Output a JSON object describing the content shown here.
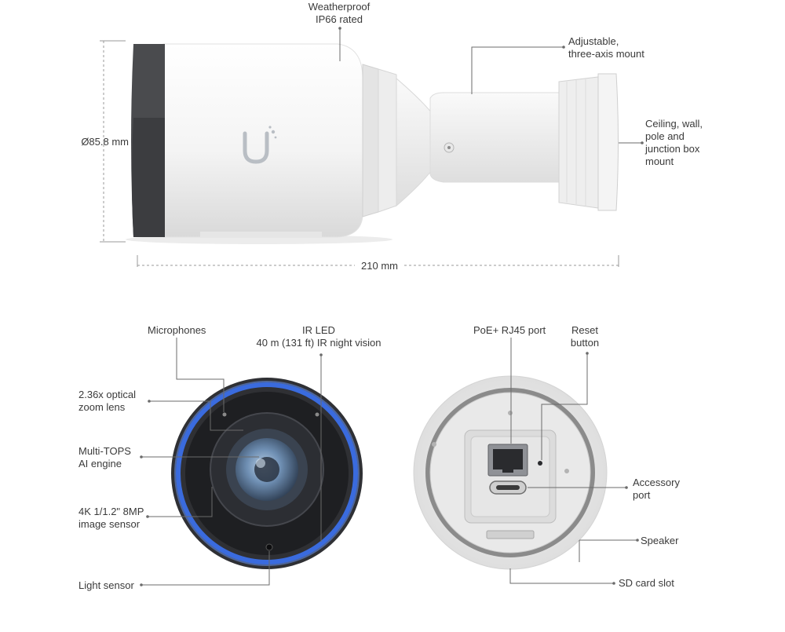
{
  "labels": {
    "weatherproof": [
      "Weatherproof",
      "IP66 rated"
    ],
    "adjustable_mount": [
      "Adjustable,",
      "three-axis mount"
    ],
    "ceiling_mount": [
      "Ceiling, wall,",
      "pole and",
      "junction box",
      "mount"
    ],
    "diameter": [
      "Ø85.8 mm"
    ],
    "length": [
      "210 mm"
    ],
    "microphones": [
      "Microphones"
    ],
    "ir_led": [
      "IR LED",
      "40 m (131 ft) IR night vision"
    ],
    "zoom_lens": [
      "2.36x optical",
      "zoom lens"
    ],
    "ai_engine": [
      "Multi-TOPS",
      "AI engine"
    ],
    "image_sensor": [
      "4K 1/1.2\" 8MP",
      "image sensor"
    ],
    "light_sensor": [
      "Light sensor"
    ],
    "poe_port": [
      "PoE+ RJ45 port"
    ],
    "reset_button": [
      "Reset",
      "button"
    ],
    "accessory_port": [
      "Accessory",
      "port"
    ],
    "speaker": [
      "Speaker"
    ],
    "sd_card_slot": [
      "SD card slot"
    ]
  },
  "colors": {
    "body_white": "#f2f2f2",
    "shadow_grey": "#d6d6d6",
    "front_dark": "#4a4b4e",
    "ir_ring": "#3b6fe8",
    "label_text": "#3a3a3a",
    "leader_line": "#6b6b6b"
  }
}
